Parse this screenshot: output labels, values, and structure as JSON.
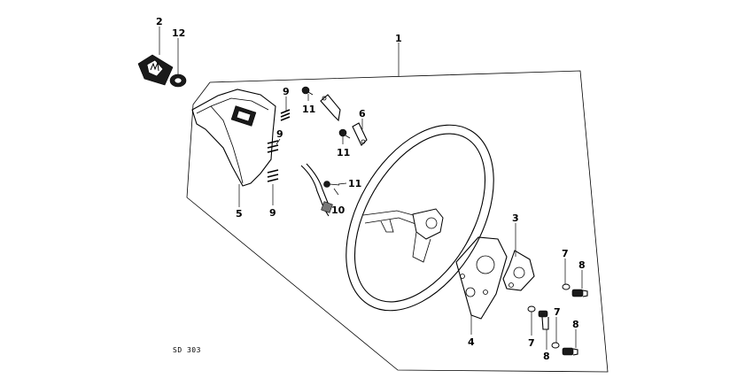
{
  "diagram": {
    "drawing_code": "SD 303",
    "part_labels": {
      "p1": "1",
      "p2": "2",
      "p12": "12",
      "p9a": "9",
      "p9b": "9",
      "p9c": "9",
      "p11a": "11",
      "p11b": "11",
      "p11c": "11",
      "p6": "6",
      "p10": "10",
      "p5": "5",
      "p3": "3",
      "p4": "4",
      "p7a": "7",
      "p7b": "7",
      "p7c": "7",
      "p8a": "8",
      "p8b": "8",
      "p8c": "8"
    }
  }
}
